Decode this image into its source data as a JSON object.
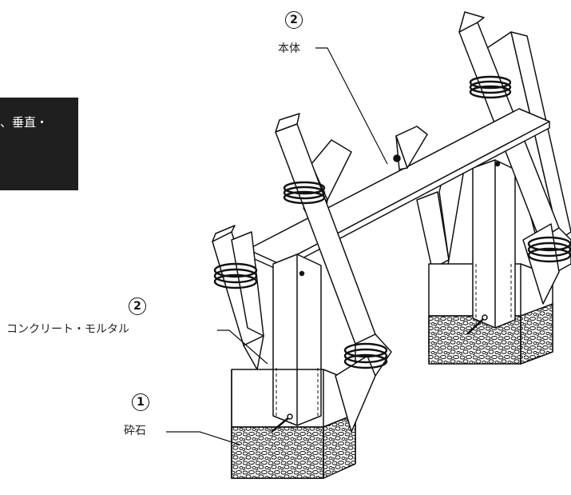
{
  "left_panel": {
    "text": "、垂直・"
  },
  "labels": {
    "body": {
      "num": "2",
      "text": "本体"
    },
    "mortar": {
      "num": "2",
      "text": "コンクリート・モルタル"
    },
    "gravel": {
      "num": "1",
      "text": "砕石"
    }
  }
}
